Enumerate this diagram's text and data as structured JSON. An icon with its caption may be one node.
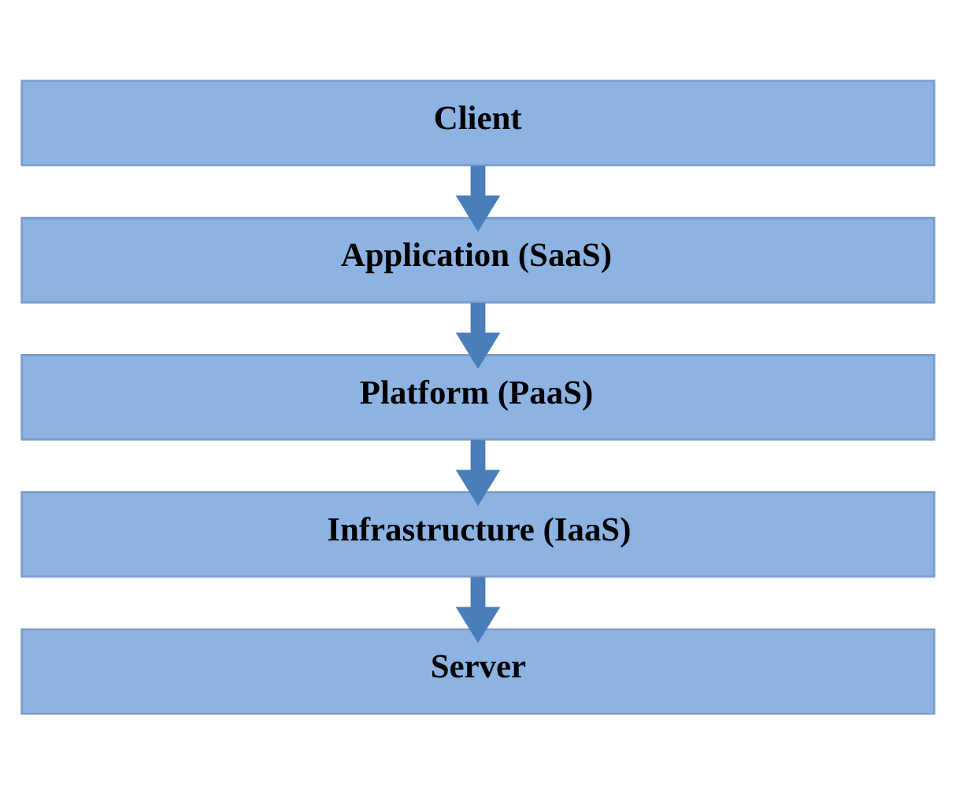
{
  "diagram": {
    "nodes": [
      {
        "text": [
          "Client"
        ]
      },
      {
        "text": [
          "Application (SaaS)"
        ]
      },
      {
        "text": [
          "Platform (PaaS)"
        ]
      },
      {
        "text": [
          "Infrastructure (IaaS)"
        ]
      },
      {
        "text": [
          "Server"
        ]
      }
    ],
    "edges": [
      {
        "from": 0,
        "to": 1,
        "arrow": "to"
      },
      {
        "from": 1,
        "to": 2,
        "arrow": "to"
      },
      {
        "from": 2,
        "to": 3,
        "arrow": "to"
      },
      {
        "from": 3,
        "to": 4,
        "arrow": "to"
      }
    ]
  }
}
